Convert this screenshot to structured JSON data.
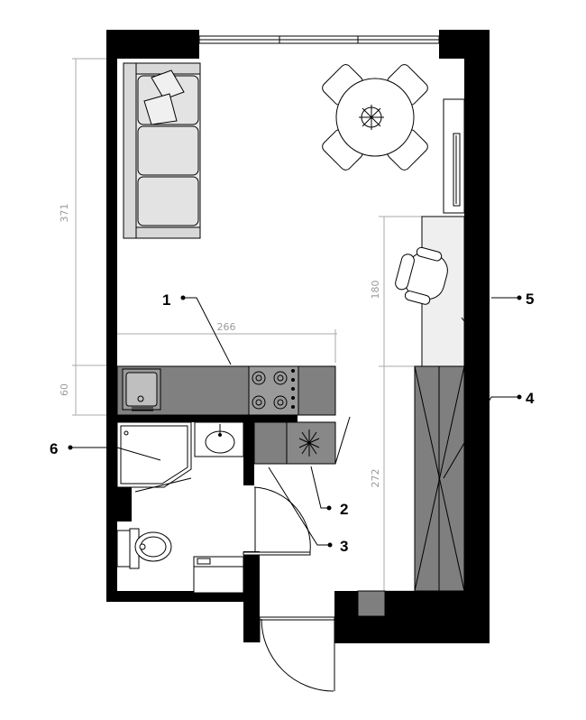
{
  "dimensions": {
    "living_height": "371",
    "kitchen_width": "266",
    "kitchen_depth": "60",
    "desk_length": "180",
    "wardrobe_length": "272"
  },
  "callouts": [
    {
      "number": "1",
      "target": "kitchen-counter"
    },
    {
      "number": "2",
      "target": "kitchen-cabinet"
    },
    {
      "number": "3",
      "target": "bathroom-door"
    },
    {
      "number": "4",
      "target": "wardrobe"
    },
    {
      "number": "5",
      "target": "desk"
    },
    {
      "number": "6",
      "target": "shower"
    }
  ],
  "colors": {
    "wall": "#000000",
    "counter": "#808080",
    "wardrobe": "#7f7f7f",
    "desk": "#efefef",
    "sofa": "#e8e8e8",
    "dimension": "#9a9a9a"
  }
}
